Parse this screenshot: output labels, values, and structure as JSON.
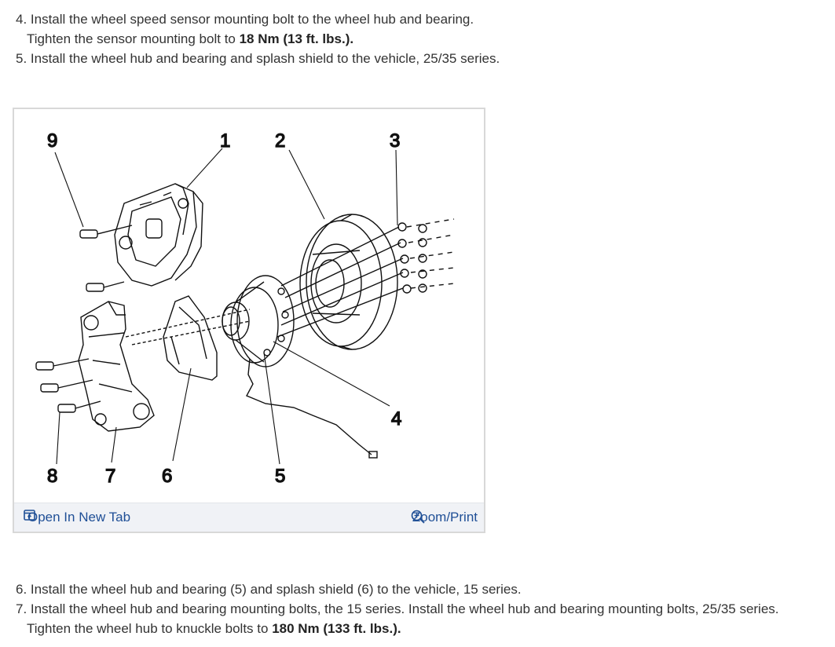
{
  "steps": {
    "s4": {
      "line1": "4. Install the wheel speed sensor mounting bolt to the wheel hub and bearing.",
      "line2_pre": "Tighten the sensor mounting bolt to ",
      "line2_bold": "18 Nm (13 ft. lbs.)."
    },
    "s5": {
      "line1": "5. Install the wheel hub and bearing and splash shield to the vehicle, 25/35 series."
    },
    "s6": {
      "line1": "6. Install the wheel hub and bearing (5) and splash shield (6) to the vehicle, 15 series."
    },
    "s7": {
      "line1": "7. Install the wheel hub and bearing mounting bolts, the 15 series. Install the wheel hub and bearing mounting bolts, 25/35 series.",
      "line2_pre": "Tighten the wheel hub to knuckle bolts to ",
      "line2_bold": "180 Nm (133 ft. lbs.)."
    }
  },
  "figure": {
    "callouts": {
      "c1": "1",
      "c2": "2",
      "c3": "3",
      "c4": "4",
      "c5": "5",
      "c6": "6",
      "c7": "7",
      "c8": "8",
      "c9": "9"
    },
    "open_tab_label": "Open In New Tab",
    "zoom_label": "Zoom/Print",
    "link_color": "#1f4f96",
    "icons": {
      "open": "open-tab-icon",
      "zoom": "zoom-icon"
    }
  }
}
